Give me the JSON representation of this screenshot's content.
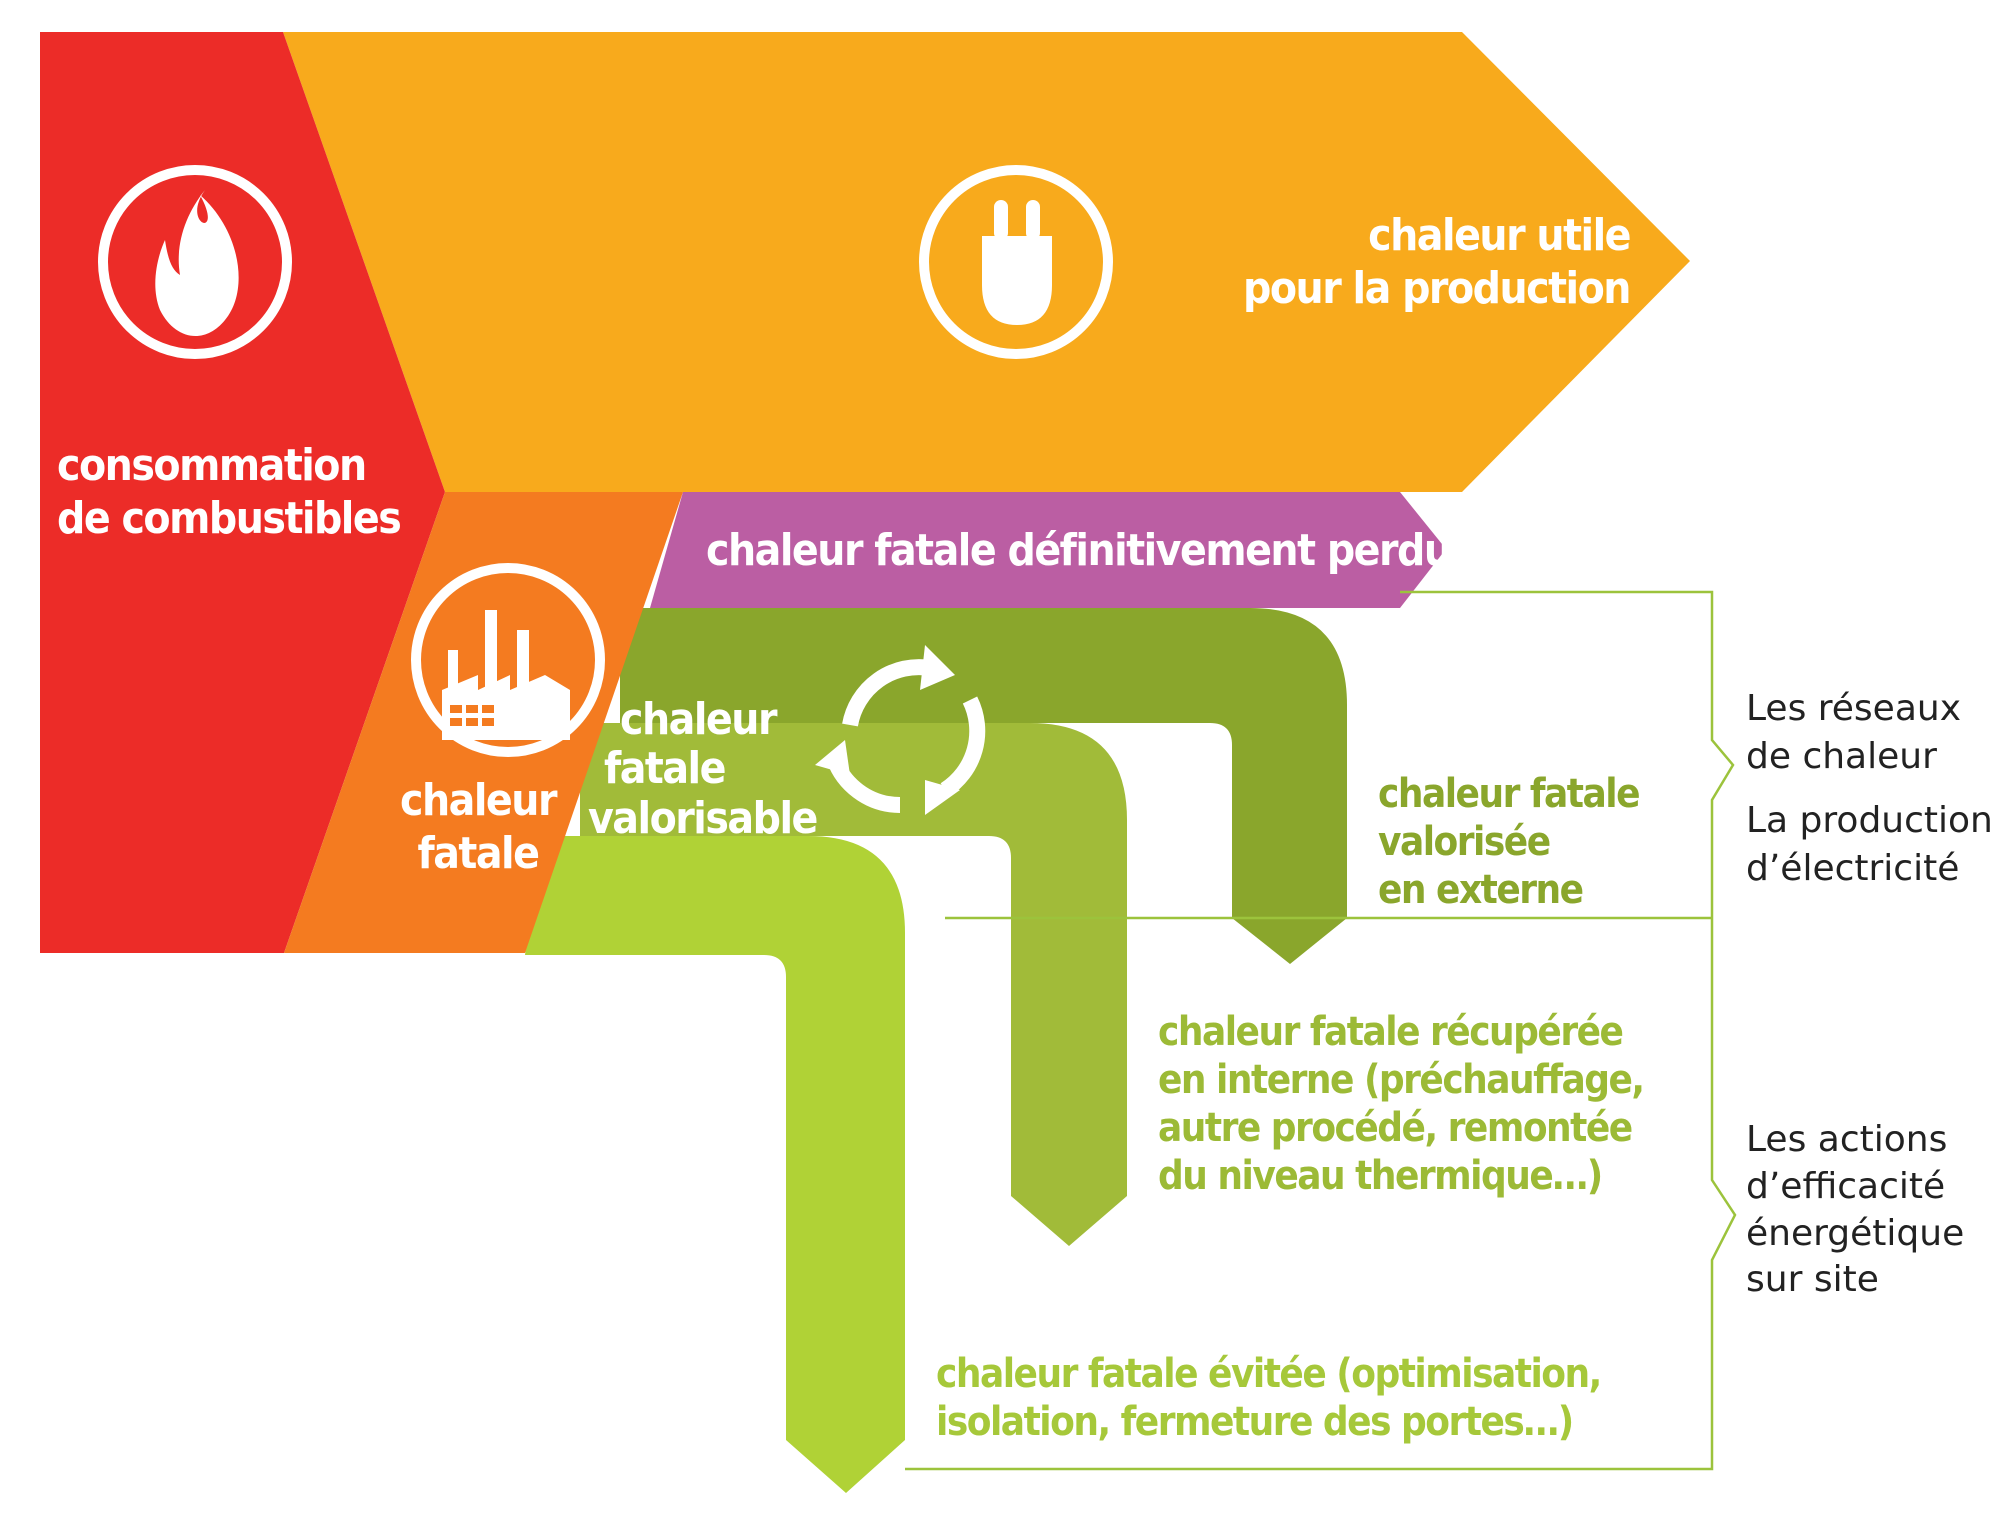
{
  "colors": {
    "red": "#ec2c28",
    "orange_main": "#f8aa1c",
    "orange_fatal": "#f47b20",
    "purple": "#bb5ea3",
    "green_dark": "#8aa62c",
    "green_mid": "#a1bb39",
    "green_light": "#b0d236",
    "bracket": "#9cc33c"
  },
  "labels": {
    "consommation": [
      "consommation",
      "de combustibles"
    ],
    "utile": [
      "chaleur utile",
      "pour la production"
    ],
    "perdue": "chaleur fatale définitivement perdue",
    "fatale": [
      "chaleur",
      "fatale"
    ],
    "valorisable": [
      "chaleur",
      "fatale",
      "valorisable"
    ],
    "externe": [
      "chaleur fatale",
      "valorisée",
      "en externe"
    ],
    "interne": [
      "chaleur fatale récupérée",
      "en interne (préchauffage,",
      "autre procédé, remontée",
      "du niveau thermique…)"
    ],
    "evitee": [
      "chaleur fatale évitée (optimisation,",
      "isolation, fermeture des portes…)"
    ]
  },
  "side": {
    "reseaux": [
      "Les réseaux",
      "de chaleur"
    ],
    "electricite": [
      "La production",
      "d’électricité"
    ],
    "actions": [
      "Les actions",
      "d’efficacité",
      "énergétique",
      "sur site"
    ]
  },
  "icons": [
    "flame-icon",
    "plug-icon",
    "factory-icon",
    "recycle-icon"
  ]
}
